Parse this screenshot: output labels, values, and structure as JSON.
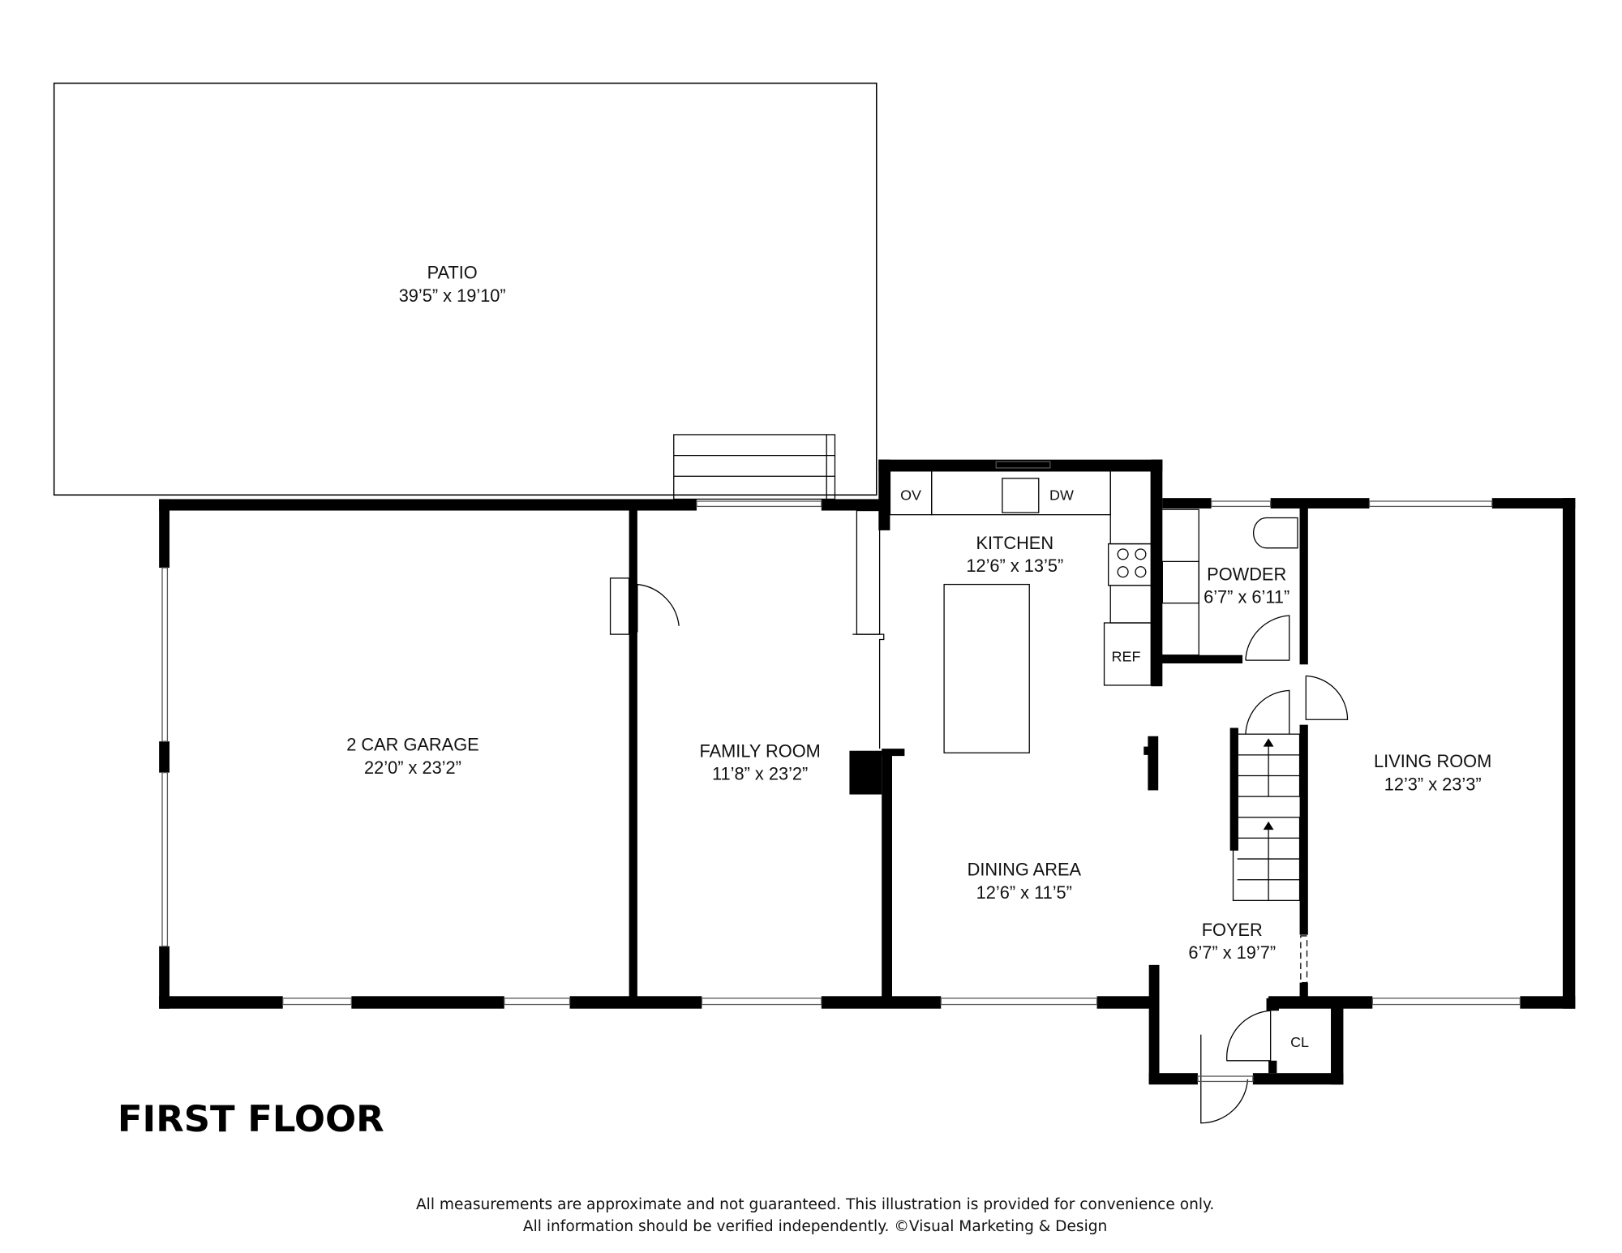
{
  "floor_title": "FIRST FLOOR",
  "rooms": [
    {
      "name": "PATIO",
      "size": "39’5” x 19’10”"
    },
    {
      "name": "2 CAR GARAGE",
      "size": "22’0” x 23’2”"
    },
    {
      "name": "FAMILY ROOM",
      "size": "11’8” x 23’2”"
    },
    {
      "name": "KITCHEN",
      "size": "12’6” x 13’5”"
    },
    {
      "name": "POWDER",
      "size": "6’7” x 6’11”"
    },
    {
      "name": "DINING AREA",
      "size": "12’6” x 11’5”"
    },
    {
      "name": "FOYER",
      "size": "6’7” x 19’7”"
    },
    {
      "name": "LIVING ROOM",
      "size": "12’3” x 23’3”"
    }
  ],
  "fixtures": {
    "oven": "OV",
    "dishwasher": "DW",
    "refrigerator": "REF",
    "closet": "CL"
  },
  "floor_number": "1",
  "disclaimer": [
    "All measurements are approximate and not guaranteed. This illustration is provided for convenience only.",
    "All information should be verified independently. ©Visual Marketing & Design"
  ]
}
